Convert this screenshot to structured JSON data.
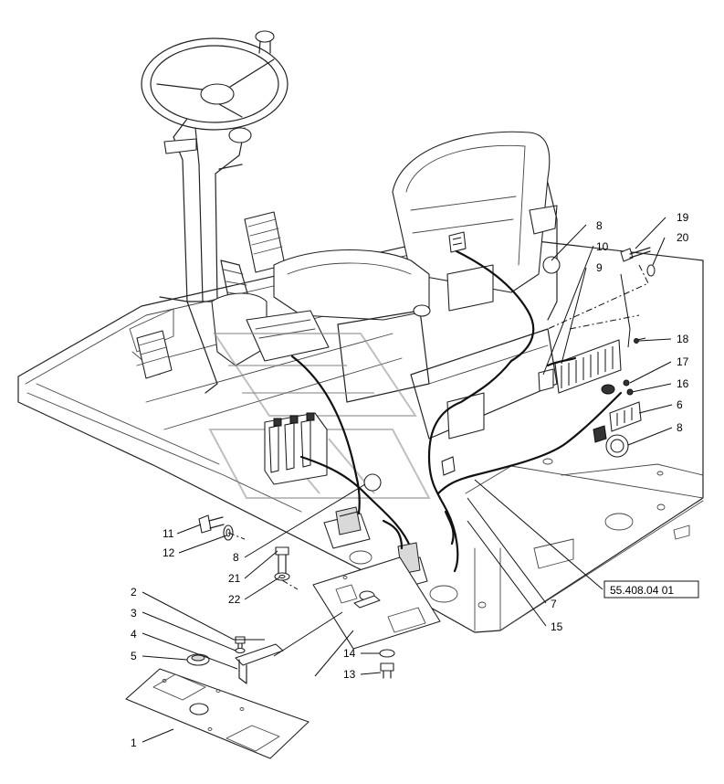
{
  "callouts": [
    "1",
    "2",
    "3",
    "4",
    "5",
    "6",
    "7",
    "8",
    "8",
    "8",
    "9",
    "10",
    "11",
    "12",
    "13",
    "14",
    "15",
    "16",
    "17",
    "18",
    "19",
    "20",
    "21",
    "22"
  ],
  "reference": "55.408.04 01"
}
